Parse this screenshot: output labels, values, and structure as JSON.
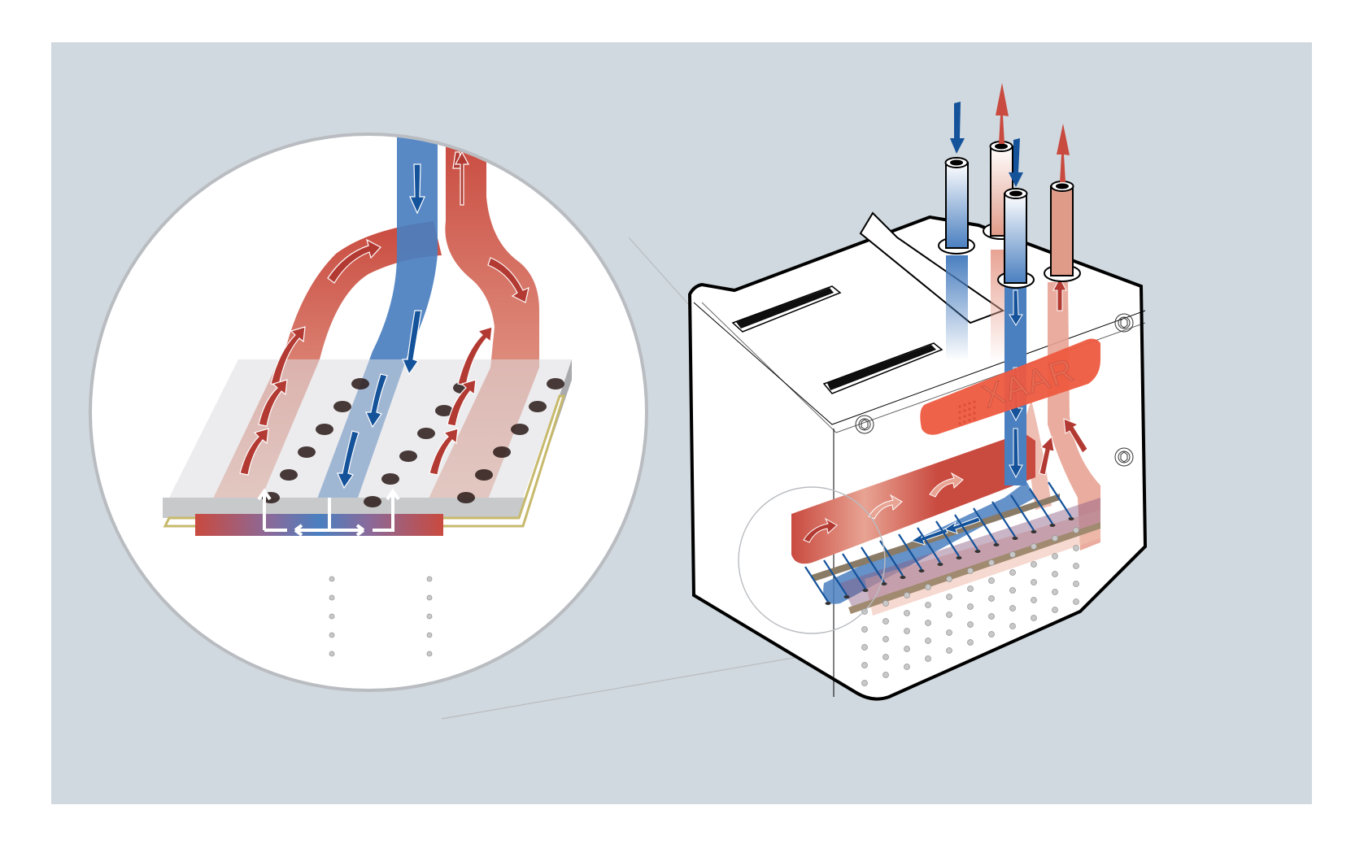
{
  "figure": {
    "title": "",
    "brand_label": "XAAR",
    "description": "Printhead recirculating ink flow illustration with magnified inset"
  },
  "colors": {
    "background_panel": "#d0d9df",
    "page": "#ffffff",
    "outlet_red": "#c94a3f",
    "outlet_red_light": "#e8a393",
    "inlet_blue": "#4a7fc0",
    "inlet_blue_dark": "#14529a",
    "arrow_red_dark": "#b33a33",
    "brand_badge": "#ee5a40",
    "plate_gray": "#c8c9cb",
    "nozzle_plate_gold": "#c7b96c",
    "outline": "#000000",
    "magnifier_ring": "#b9bcc0",
    "droplet": "#a8a8a8"
  },
  "legend": {
    "inlet_flow": "ink inlet (blue, down arrows)",
    "outlet_flow": "ink return (red, up arrows)"
  },
  "counts": {
    "inlet_tubes": 2,
    "outlet_tubes": 2,
    "inset_nozzle_rows": 3,
    "inset_nozzles_per_row": 6
  }
}
